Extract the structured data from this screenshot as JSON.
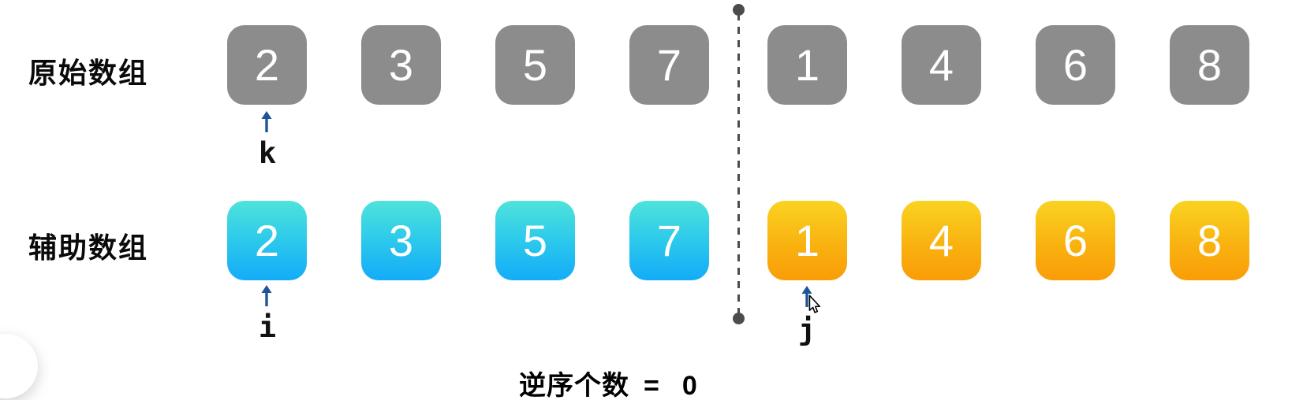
{
  "arrays": {
    "original": {
      "label": "原始数组",
      "values": [
        "2",
        "3",
        "5",
        "7",
        "1",
        "4",
        "6",
        "8"
      ]
    },
    "auxiliary": {
      "label": "辅助数组",
      "left_values": [
        "2",
        "3",
        "5",
        "7"
      ],
      "right_values": [
        "1",
        "4",
        "6",
        "8"
      ]
    }
  },
  "pointers": {
    "k": {
      "label": "k"
    },
    "i": {
      "label": "i"
    },
    "j": {
      "label": "j"
    }
  },
  "caption": {
    "label": "逆序个数",
    "operator": "=",
    "value": "0"
  },
  "colors": {
    "box_gray": "#8c8c8c",
    "box_cyan_top": "#4fe3da",
    "box_cyan_bottom": "#14abf8",
    "box_orange_top": "#f9d321",
    "box_orange_bottom": "#f99d07",
    "pointer_arrow_blue": "#1e5499",
    "divider_gray": "#4c4c4c",
    "number_text": "#ffffff",
    "label_text": "#0a0a0a"
  }
}
